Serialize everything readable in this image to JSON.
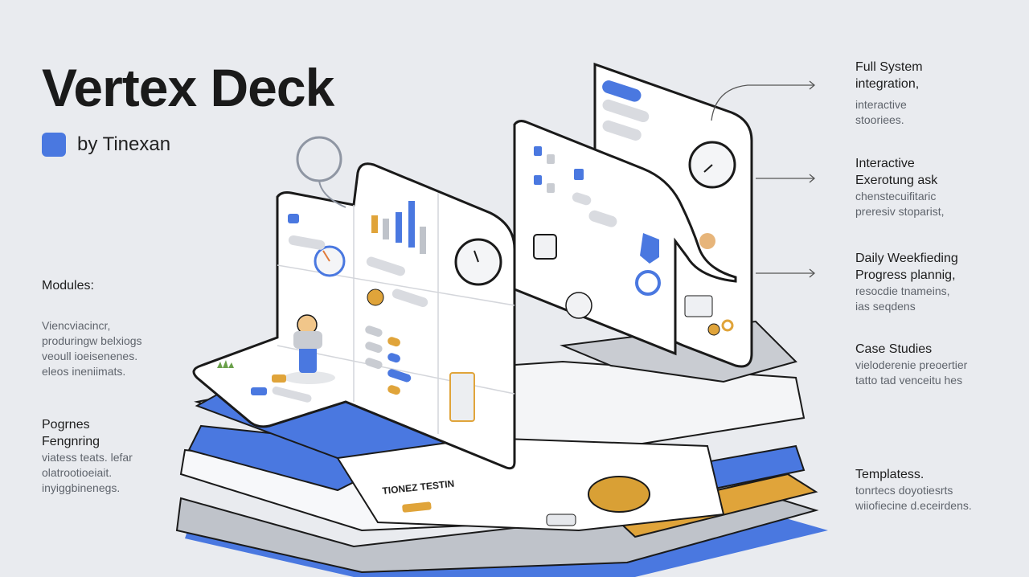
{
  "hero": {
    "title": "Vertex Deck",
    "byline": "by Tinexan",
    "brand_color": "#4a78e0"
  },
  "left_features": [
    {
      "heading": "Modules:",
      "lines": []
    },
    {
      "heading": "",
      "lines": [
        "Viencviacincr,",
        "produringw belxiogs",
        "veoull ioeisenenes.",
        "eleos ineniimats."
      ]
    },
    {
      "heading": "Pogrnes\nFengnring",
      "lines": [
        "viatess teats. lefar",
        "olatrootioeiait.",
        "inyiggbinenegs."
      ]
    }
  ],
  "right_features": [
    {
      "heading": "Full System\nintegration,",
      "lines": [
        "interactive",
        "stooriees."
      ]
    },
    {
      "heading": "Interactive\nExerotung ask",
      "lines": [
        "chenstecuifitaric",
        "preresiv stoparist,"
      ]
    },
    {
      "heading": "Daily Weekfieding\nProgress plannig,",
      "lines": [
        "resocdie tnameins,",
        "ias seqdens"
      ]
    },
    {
      "heading": "Case Studies",
      "lines": [
        "vieloderenie preoertier",
        "tatto tad venceitu hes"
      ]
    },
    {
      "heading": "Templatess.",
      "lines": [
        "tonrtecs doyotiesrts",
        "wiiofiecine d.eceirdens."
      ]
    }
  ],
  "illustration": {
    "card_label": "TIONEZ TESTIN",
    "accent_blue": "#4a78e0",
    "accent_yellow": "#e0a43a"
  }
}
